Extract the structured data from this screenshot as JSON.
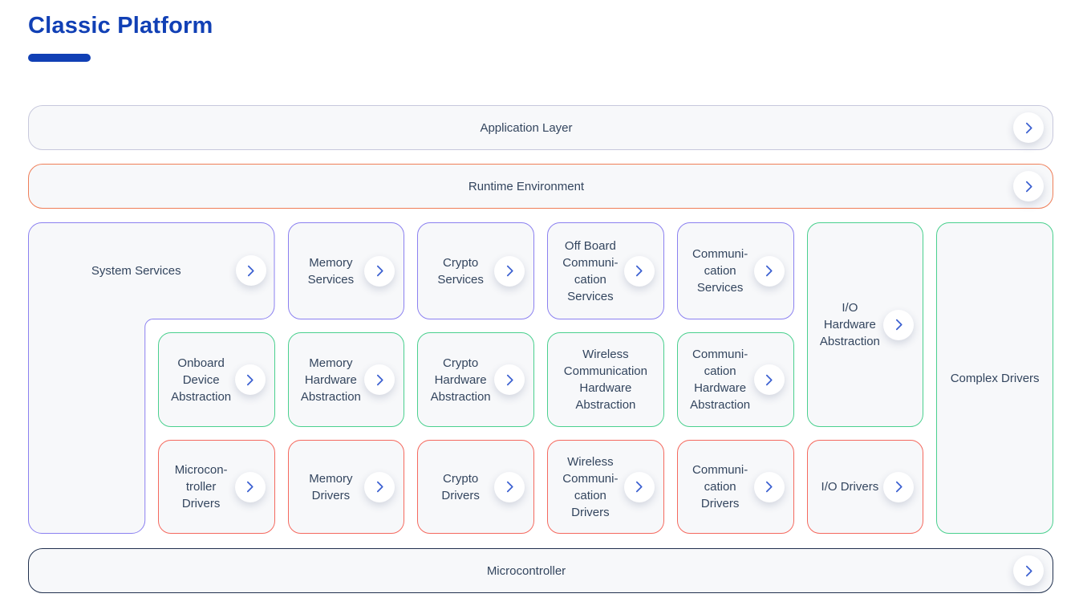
{
  "page": {
    "title": "Classic Platform"
  },
  "colors": {
    "title_blue": "#1140b5",
    "chevron_blue": "#3a5fd0",
    "label_text": "#33455e",
    "box_background": "#f7f8fa",
    "services_purple": "#8b80f0",
    "hardware_abstraction_green": "#4ad08e",
    "drivers_red": "#f5695e",
    "runtime_environment_orange": "#ef7e58",
    "application_layer_gray": "#c7c8dc",
    "microcontroller_dark": "#20304e"
  },
  "icons": {
    "chevron_right": "›"
  },
  "bars": {
    "application_layer": {
      "label": "Application Layer"
    },
    "runtime_environment": {
      "label": "Runtime Environment"
    },
    "microcontroller": {
      "label": "Microcontroller"
    }
  },
  "grid": {
    "system_services": {
      "label": "System Services"
    },
    "boxes": [
      {
        "id": "memory-services",
        "label": "Memory\nServices"
      },
      {
        "id": "crypto-services",
        "label": "Crypto\nServices"
      },
      {
        "id": "off-board-communication-services",
        "label": "Off Board\nCommuni-\ncation\nServices"
      },
      {
        "id": "communication-services",
        "label": "Communi-\ncation\nServices"
      },
      {
        "id": "io-hardware-abstraction",
        "label": "I/O\nHardware\nAbstraction"
      },
      {
        "id": "complex-drivers",
        "label": "Complex Drivers"
      },
      {
        "id": "onboard-device-abstraction",
        "label": "Onboard\nDevice\nAbstraction"
      },
      {
        "id": "memory-hardware-abstraction",
        "label": "Memory\nHardware\nAbstraction"
      },
      {
        "id": "crypto-hardware-abstraction",
        "label": "Crypto\nHardware\nAbstraction"
      },
      {
        "id": "wireless-communication-hardware-abstraction",
        "label": "Wireless\nCommunication\nHardware\nAbstraction"
      },
      {
        "id": "communication-hardware-abstraction",
        "label": "Communi-\ncation\nHardware\nAbstraction"
      },
      {
        "id": "microcontroller-drivers",
        "label": "Microcon-\ntroller\nDrivers"
      },
      {
        "id": "memory-drivers",
        "label": "Memory\nDrivers"
      },
      {
        "id": "crypto-drivers",
        "label": "Crypto\nDrivers"
      },
      {
        "id": "wireless-communication-drivers",
        "label": "Wireless\nCommuni-\ncation\nDrivers"
      },
      {
        "id": "communication-drivers",
        "label": "Communi-\ncation\nDrivers"
      },
      {
        "id": "io-drivers",
        "label": "I/O Drivers"
      }
    ]
  }
}
